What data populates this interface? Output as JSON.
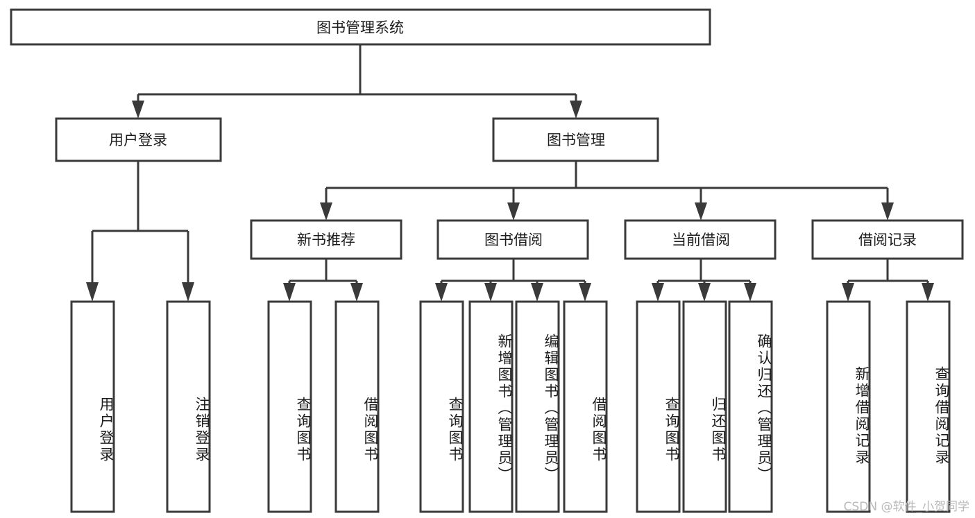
{
  "diagram": {
    "title": "图书管理系统",
    "type": "tree-hierarchy",
    "watermark": "CSDN @软件_小贺同学",
    "colors": {
      "stroke": "#3a3a3a",
      "fill": "#ffffff",
      "text": "#1c1c1c",
      "watermark": "#b9b9b9"
    },
    "root": {
      "label": "图书管理系统"
    },
    "level2": [
      {
        "label": "用户登录"
      },
      {
        "label": "图书管理"
      }
    ],
    "level3": [
      {
        "label": "新书推荐"
      },
      {
        "label": "图书借阅"
      },
      {
        "label": "当前借阅"
      },
      {
        "label": "借阅记录"
      }
    ],
    "leaves": {
      "user_login": [
        {
          "label": "用户登录"
        },
        {
          "label": "注销登录"
        }
      ],
      "new_book_recommend": [
        {
          "label": "查询图书"
        },
        {
          "label": "借阅图书"
        }
      ],
      "book_borrow": [
        {
          "label": "查询图书"
        },
        {
          "label": "新增图书（管理员）"
        },
        {
          "label": "编辑图书（管理员）"
        },
        {
          "label": "借阅图书"
        }
      ],
      "current_borrow": [
        {
          "label": "查询图书"
        },
        {
          "label": "归还图书"
        },
        {
          "label": "确认归还（管理员）"
        }
      ],
      "borrow_record": [
        {
          "label": "新增借阅记录"
        },
        {
          "label": "查询借阅记录"
        }
      ]
    }
  }
}
